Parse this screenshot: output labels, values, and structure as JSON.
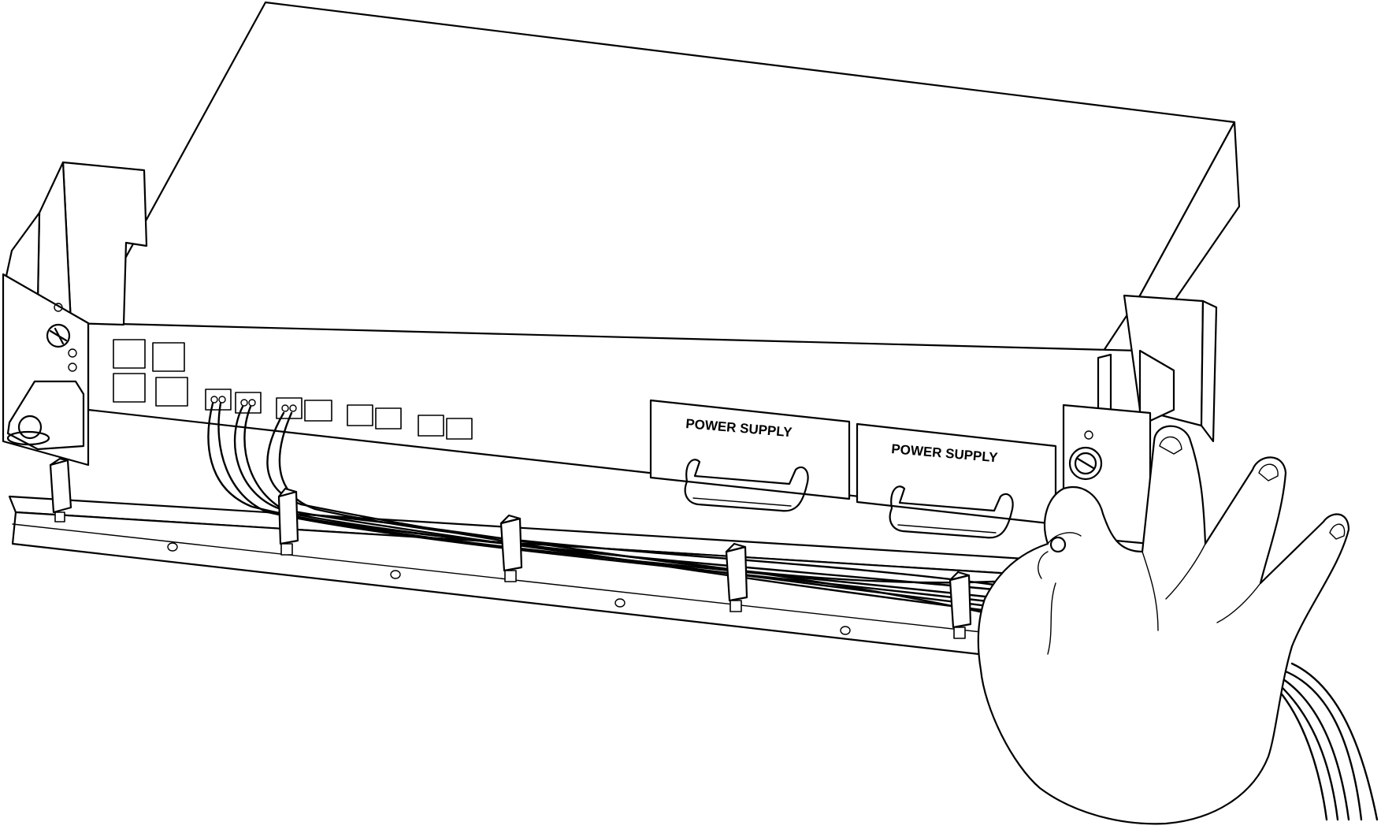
{
  "figure": {
    "subject": "rack-mount chassis with cable management bracket",
    "labels": {
      "power_supply_1": "POWER SUPPLY",
      "power_supply_2": "POWER SUPPLY"
    },
    "line_color": "#000000",
    "background_color": "#ffffff"
  }
}
